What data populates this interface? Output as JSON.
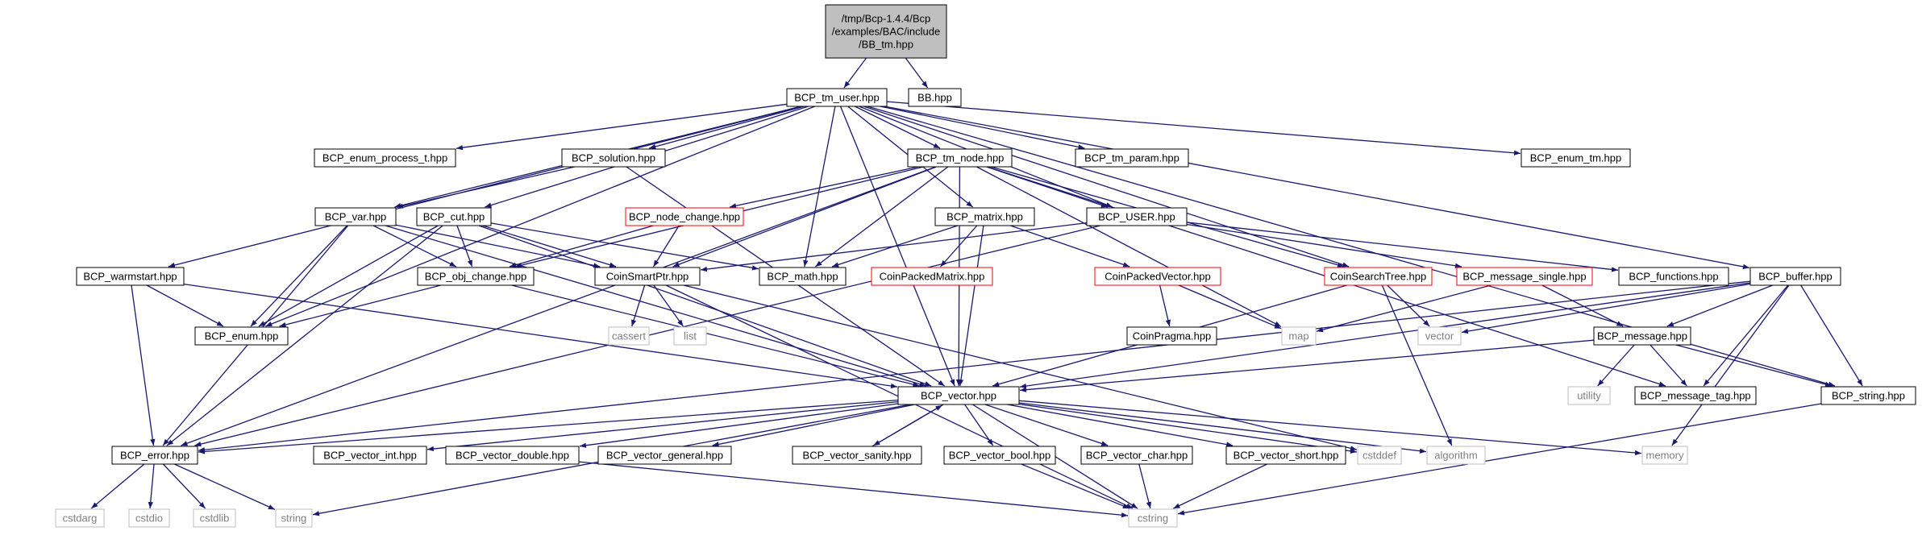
{
  "diagram": {
    "kind": "include-dependency-graph",
    "colors": {
      "edge": "#191970",
      "root_fill": "#bfbfbf",
      "node_fill": "#ffffff",
      "node_border": "#000000",
      "link_border": "#ff0000",
      "system_border": "#bfbfbf",
      "system_text": "#7f7f7f",
      "text": "#000000"
    },
    "nodes": [
      {
        "id": "root",
        "lines": [
          "/tmp/Bcp-1.4.4/Bcp",
          "/examples/BAC/include",
          "/BB_tm.hpp"
        ],
        "style": "root"
      },
      {
        "id": "tm_user",
        "lines": [
          "BCP_tm_user.hpp"
        ],
        "style": "normal"
      },
      {
        "id": "bb",
        "lines": [
          "BB.hpp"
        ],
        "style": "normal"
      },
      {
        "id": "enum_process_t",
        "lines": [
          "BCP_enum_process_t.hpp"
        ],
        "style": "normal"
      },
      {
        "id": "solution",
        "lines": [
          "BCP_solution.hpp"
        ],
        "style": "normal"
      },
      {
        "id": "tm_node",
        "lines": [
          "BCP_tm_node.hpp"
        ],
        "style": "normal"
      },
      {
        "id": "tm_param",
        "lines": [
          "BCP_tm_param.hpp"
        ],
        "style": "normal"
      },
      {
        "id": "enum_tm",
        "lines": [
          "BCP_enum_tm.hpp"
        ],
        "style": "normal"
      },
      {
        "id": "var",
        "lines": [
          "BCP_var.hpp"
        ],
        "style": "normal"
      },
      {
        "id": "cut",
        "lines": [
          "BCP_cut.hpp"
        ],
        "style": "normal"
      },
      {
        "id": "node_change",
        "lines": [
          "BCP_node_change.hpp"
        ],
        "style": "link"
      },
      {
        "id": "matrix",
        "lines": [
          "BCP_matrix.hpp"
        ],
        "style": "normal"
      },
      {
        "id": "user",
        "lines": [
          "BCP_USER.hpp"
        ],
        "style": "normal"
      },
      {
        "id": "warmstart",
        "lines": [
          "BCP_warmstart.hpp"
        ],
        "style": "normal"
      },
      {
        "id": "obj_change",
        "lines": [
          "BCP_obj_change.hpp"
        ],
        "style": "normal"
      },
      {
        "id": "smartptr",
        "lines": [
          "CoinSmartPtr.hpp"
        ],
        "style": "normal"
      },
      {
        "id": "math",
        "lines": [
          "BCP_math.hpp"
        ],
        "style": "normal"
      },
      {
        "id": "packedmatrix",
        "lines": [
          "CoinPackedMatrix.hpp"
        ],
        "style": "link"
      },
      {
        "id": "packedvector",
        "lines": [
          "CoinPackedVector.hpp"
        ],
        "style": "link"
      },
      {
        "id": "searchtree",
        "lines": [
          "CoinSearchTree.hpp"
        ],
        "style": "link"
      },
      {
        "id": "message_single",
        "lines": [
          "BCP_message_single.hpp"
        ],
        "style": "link"
      },
      {
        "id": "functions",
        "lines": [
          "BCP_functions.hpp"
        ],
        "style": "normal"
      },
      {
        "id": "buffer",
        "lines": [
          "BCP_buffer.hpp"
        ],
        "style": "normal"
      },
      {
        "id": "enum",
        "lines": [
          "BCP_enum.hpp"
        ],
        "style": "normal"
      },
      {
        "id": "cassert",
        "lines": [
          "cassert"
        ],
        "style": "system"
      },
      {
        "id": "list",
        "lines": [
          "list"
        ],
        "style": "system"
      },
      {
        "id": "coinpragma",
        "lines": [
          "CoinPragma.hpp"
        ],
        "style": "normal"
      },
      {
        "id": "map",
        "lines": [
          "map"
        ],
        "style": "system"
      },
      {
        "id": "vector",
        "lines": [
          "vector"
        ],
        "style": "system"
      },
      {
        "id": "message",
        "lines": [
          "BCP_message.hpp"
        ],
        "style": "normal"
      },
      {
        "id": "vector_hpp",
        "lines": [
          "BCP_vector.hpp"
        ],
        "style": "normal"
      },
      {
        "id": "utility",
        "lines": [
          "utility"
        ],
        "style": "system"
      },
      {
        "id": "message_tag",
        "lines": [
          "BCP_message_tag.hpp"
        ],
        "style": "normal"
      },
      {
        "id": "string_hpp",
        "lines": [
          "BCP_string.hpp"
        ],
        "style": "normal"
      },
      {
        "id": "error",
        "lines": [
          "BCP_error.hpp"
        ],
        "style": "normal"
      },
      {
        "id": "vector_int",
        "lines": [
          "BCP_vector_int.hpp"
        ],
        "style": "normal"
      },
      {
        "id": "vector_double",
        "lines": [
          "BCP_vector_double.hpp"
        ],
        "style": "normal"
      },
      {
        "id": "vector_general",
        "lines": [
          "BCP_vector_general.hpp"
        ],
        "style": "normal"
      },
      {
        "id": "vector_sanity",
        "lines": [
          "BCP_vector_sanity.hpp"
        ],
        "style": "normal"
      },
      {
        "id": "vector_bool",
        "lines": [
          "BCP_vector_bool.hpp"
        ],
        "style": "normal"
      },
      {
        "id": "vector_char",
        "lines": [
          "BCP_vector_char.hpp"
        ],
        "style": "normal"
      },
      {
        "id": "vector_short",
        "lines": [
          "BCP_vector_short.hpp"
        ],
        "style": "normal"
      },
      {
        "id": "cstddef",
        "lines": [
          "cstddef"
        ],
        "style": "system"
      },
      {
        "id": "algorithm",
        "lines": [
          "algorithm"
        ],
        "style": "system"
      },
      {
        "id": "memory",
        "lines": [
          "memory"
        ],
        "style": "system"
      },
      {
        "id": "cstdarg",
        "lines": [
          "cstdarg"
        ],
        "style": "system"
      },
      {
        "id": "cstdio",
        "lines": [
          "cstdio"
        ],
        "style": "system"
      },
      {
        "id": "cstdlib",
        "lines": [
          "cstdlib"
        ],
        "style": "system"
      },
      {
        "id": "string",
        "lines": [
          "string"
        ],
        "style": "system"
      },
      {
        "id": "cstring",
        "lines": [
          "cstring"
        ],
        "style": "system"
      }
    ],
    "edges": [
      [
        "root",
        "tm_user"
      ],
      [
        "root",
        "bb"
      ],
      [
        "tm_user",
        "enum_process_t"
      ],
      [
        "tm_user",
        "solution"
      ],
      [
        "tm_user",
        "tm_node"
      ],
      [
        "tm_user",
        "tm_param"
      ],
      [
        "tm_user",
        "enum_tm"
      ],
      [
        "tm_user",
        "var"
      ],
      [
        "tm_user",
        "cut"
      ],
      [
        "tm_user",
        "matrix"
      ],
      [
        "tm_user",
        "user"
      ],
      [
        "tm_user",
        "warmstart"
      ],
      [
        "tm_user",
        "math"
      ],
      [
        "tm_user",
        "buffer"
      ],
      [
        "tm_user",
        "enum"
      ],
      [
        "tm_user",
        "vector_hpp"
      ],
      [
        "tm_user",
        "string_hpp"
      ],
      [
        "tm_user",
        "searchtree"
      ],
      [
        "solution",
        "var"
      ],
      [
        "solution",
        "vector_hpp"
      ],
      [
        "tm_node",
        "node_change"
      ],
      [
        "tm_node",
        "smartptr"
      ],
      [
        "tm_node",
        "math"
      ],
      [
        "tm_node",
        "obj_change"
      ],
      [
        "tm_node",
        "user"
      ],
      [
        "tm_node",
        "map"
      ],
      [
        "tm_node",
        "message_tag"
      ],
      [
        "tm_node",
        "vector_hpp"
      ],
      [
        "tm_node",
        "searchtree"
      ],
      [
        "tm_node",
        "error"
      ],
      [
        "var",
        "enum"
      ],
      [
        "var",
        "obj_change"
      ],
      [
        "var",
        "smartptr"
      ],
      [
        "var",
        "vector_hpp"
      ],
      [
        "var",
        "error"
      ],
      [
        "cut",
        "enum"
      ],
      [
        "cut",
        "obj_change"
      ],
      [
        "cut",
        "smartptr"
      ],
      [
        "cut",
        "math"
      ],
      [
        "cut",
        "vector_hpp"
      ],
      [
        "cut",
        "error"
      ],
      [
        "node_change",
        "obj_change"
      ],
      [
        "node_change",
        "smartptr"
      ],
      [
        "matrix",
        "math"
      ],
      [
        "matrix",
        "packedmatrix"
      ],
      [
        "matrix",
        "packedvector"
      ],
      [
        "matrix",
        "vector_hpp"
      ],
      [
        "user",
        "smartptr"
      ],
      [
        "user",
        "message_single"
      ],
      [
        "user",
        "functions"
      ],
      [
        "user",
        "error"
      ],
      [
        "warmstart",
        "enum"
      ],
      [
        "warmstart",
        "error"
      ],
      [
        "warmstart",
        "vector_hpp"
      ],
      [
        "obj_change",
        "enum"
      ],
      [
        "obj_change",
        "vector_hpp"
      ],
      [
        "smartptr",
        "cassert"
      ],
      [
        "smartptr",
        "list"
      ],
      [
        "smartptr",
        "cstring"
      ],
      [
        "smartptr",
        "cstddef"
      ],
      [
        "packedvector",
        "coinpragma"
      ],
      [
        "packedvector",
        "map"
      ],
      [
        "searchtree",
        "vector"
      ],
      [
        "searchtree",
        "algorithm"
      ],
      [
        "searchtree",
        "vector_hpp"
      ],
      [
        "message_single",
        "map"
      ],
      [
        "message_single",
        "message"
      ],
      [
        "buffer",
        "message"
      ],
      [
        "buffer",
        "message_tag"
      ],
      [
        "buffer",
        "string_hpp"
      ],
      [
        "buffer",
        "vector"
      ],
      [
        "buffer",
        "memory"
      ],
      [
        "buffer",
        "vector_hpp"
      ],
      [
        "buffer",
        "error"
      ],
      [
        "message",
        "utility"
      ],
      [
        "message",
        "message_tag"
      ],
      [
        "message",
        "string_hpp"
      ],
      [
        "message",
        "vector_hpp"
      ],
      [
        "string_hpp",
        "cstring"
      ],
      [
        "vector_hpp",
        "error"
      ],
      [
        "vector_hpp",
        "vector_int"
      ],
      [
        "vector_hpp",
        "vector_double"
      ],
      [
        "vector_hpp",
        "vector_general"
      ],
      [
        "vector_hpp",
        "vector_sanity"
      ],
      [
        "vector_hpp",
        "vector_bool"
      ],
      [
        "vector_hpp",
        "vector_char"
      ],
      [
        "vector_hpp",
        "vector_short"
      ],
      [
        "vector_hpp",
        "cstddef"
      ],
      [
        "vector_hpp",
        "algorithm"
      ],
      [
        "vector_hpp",
        "memory"
      ],
      [
        "vector_hpp",
        "string"
      ],
      [
        "vector_hpp",
        "cstring"
      ],
      [
        "vector_sanity",
        "vector_hpp"
      ],
      [
        "vector_double",
        "cstring"
      ],
      [
        "vector_bool",
        "cstring"
      ],
      [
        "vector_char",
        "cstring"
      ],
      [
        "vector_short",
        "cstring"
      ],
      [
        "error",
        "cstdarg"
      ],
      [
        "error",
        "cstdio"
      ],
      [
        "error",
        "cstdlib"
      ],
      [
        "error",
        "string"
      ]
    ]
  }
}
